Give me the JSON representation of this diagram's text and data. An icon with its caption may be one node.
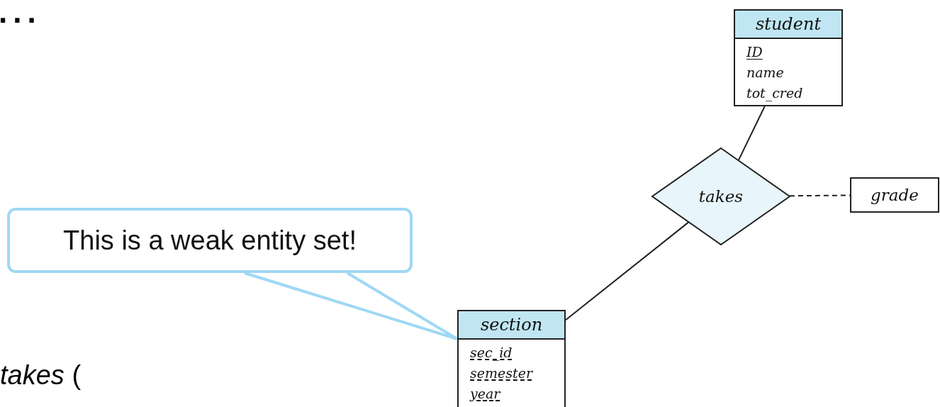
{
  "diagram": {
    "nodes": [
      {
        "text": [
          "student",
          "ID",
          "name",
          "tot_cred"
        ]
      },
      {
        "text": [
          "takes"
        ]
      },
      {
        "text": [
          "grade"
        ]
      },
      {
        "text": [
          "section",
          "sec_id",
          "semester",
          "year"
        ]
      },
      {
        "text": [
          "This is a weak entity set!"
        ]
      }
    ],
    "edges": [
      {
        "from": 0,
        "to": 1,
        "arrow": "none"
      },
      {
        "from": 1,
        "to": 2,
        "arrow": "none",
        "style": "dashed"
      },
      {
        "from": 1,
        "to": 3,
        "arrow": "none"
      },
      {
        "from": 4,
        "to": 3,
        "arrow": "none",
        "style": "thick",
        "color": "#9fd8f5"
      }
    ],
    "labels": [
      "...",
      "*takes* ("
    ]
  }
}
